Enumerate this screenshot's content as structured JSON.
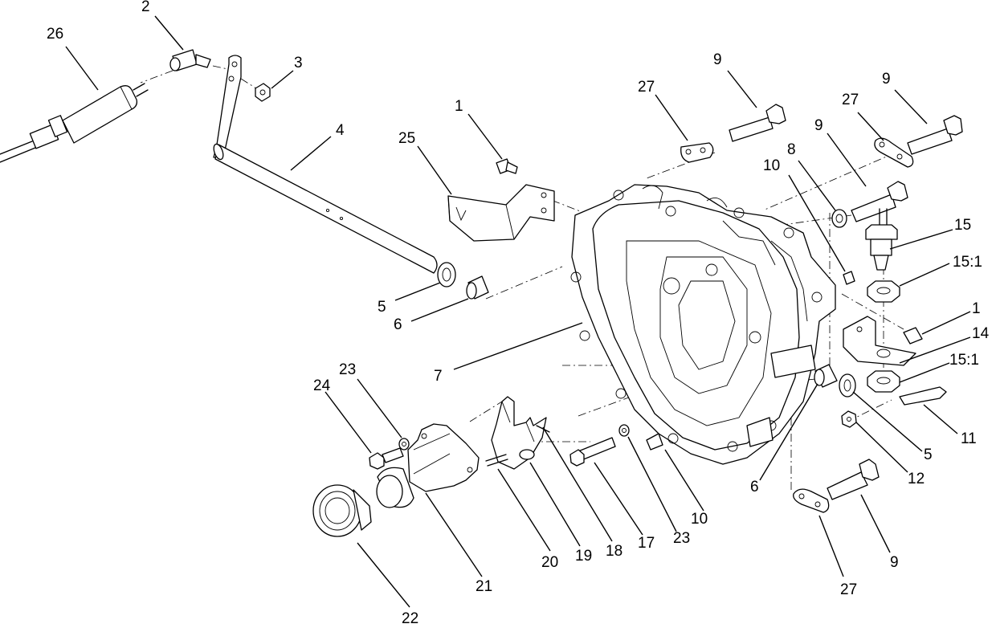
{
  "callouts": [
    {
      "id": "c26",
      "text": "26"
    },
    {
      "id": "c2",
      "text": "2"
    },
    {
      "id": "c3",
      "text": "3"
    },
    {
      "id": "c4",
      "text": "4"
    },
    {
      "id": "c25",
      "text": "25"
    },
    {
      "id": "c1a",
      "text": "1"
    },
    {
      "id": "c27a",
      "text": "27"
    },
    {
      "id": "c9a",
      "text": "9"
    },
    {
      "id": "c9b",
      "text": "9"
    },
    {
      "id": "c27b",
      "text": "27"
    },
    {
      "id": "c9c",
      "text": "9"
    },
    {
      "id": "c8",
      "text": "8"
    },
    {
      "id": "c10a",
      "text": "10"
    },
    {
      "id": "c15",
      "text": "15"
    },
    {
      "id": "c15_1a",
      "text": "15:1"
    },
    {
      "id": "c1b",
      "text": "1"
    },
    {
      "id": "c14",
      "text": "14"
    },
    {
      "id": "c15_1b",
      "text": "15:1"
    },
    {
      "id": "c11",
      "text": "11"
    },
    {
      "id": "c5a",
      "text": "5"
    },
    {
      "id": "c6a",
      "text": "6"
    },
    {
      "id": "c7",
      "text": "7"
    },
    {
      "id": "c23a",
      "text": "23"
    },
    {
      "id": "c24",
      "text": "24"
    },
    {
      "id": "c5b",
      "text": "5"
    },
    {
      "id": "c12",
      "text": "12"
    },
    {
      "id": "c6b",
      "text": "6"
    },
    {
      "id": "c10b",
      "text": "10"
    },
    {
      "id": "c23b",
      "text": "23"
    },
    {
      "id": "c17",
      "text": "17"
    },
    {
      "id": "c18",
      "text": "18"
    },
    {
      "id": "c19",
      "text": "19"
    },
    {
      "id": "c20",
      "text": "20"
    },
    {
      "id": "c21",
      "text": "21"
    },
    {
      "id": "c22",
      "text": "22"
    },
    {
      "id": "c9d",
      "text": "9"
    },
    {
      "id": "c27c",
      "text": "27"
    }
  ]
}
